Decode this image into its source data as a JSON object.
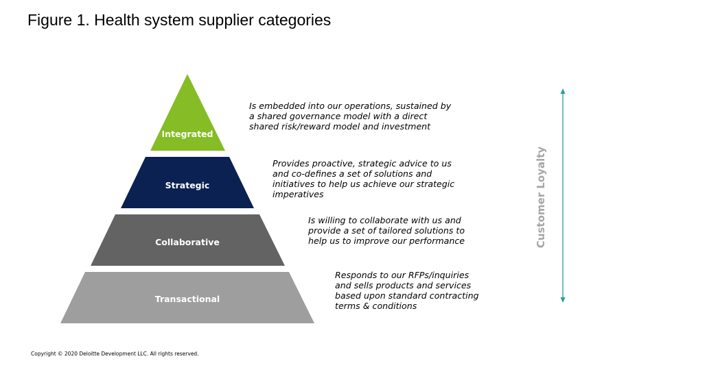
{
  "title": "Figure 1. Health system supplier categories",
  "tiers": [
    {
      "label": "Integrated",
      "color": "#86bc25",
      "description": [
        "Is embedded into our operations, sustained by",
        "a shared governance model with a direct",
        "shared risk/reward model and investment"
      ]
    },
    {
      "label": "Strategic",
      "color": "#0b2151",
      "description": [
        "Provides proactive, strategic advice to us",
        "and co-defines a set of solutions and",
        "initiatives to help us achieve our strategic",
        "imperatives"
      ]
    },
    {
      "label": "Collaborative",
      "color": "#636363",
      "description": [
        "Is willing to collaborate with us and",
        "provide a set of tailored solutions to",
        "help us to improve our performance"
      ]
    },
    {
      "label": "Transactional",
      "color": "#9e9e9e",
      "description": [
        "Responds to our RFPs/inquiries",
        "and sells products and services",
        "based upon standard contracting",
        "terms & conditions"
      ]
    }
  ],
  "axis": {
    "label": "Customer Loyalty",
    "arrow_color": "#2a9d9f",
    "label_color": "#a6a6a6"
  },
  "copyright": "Copyright © 2020 Deloitte Development LLC. All rights reserved."
}
